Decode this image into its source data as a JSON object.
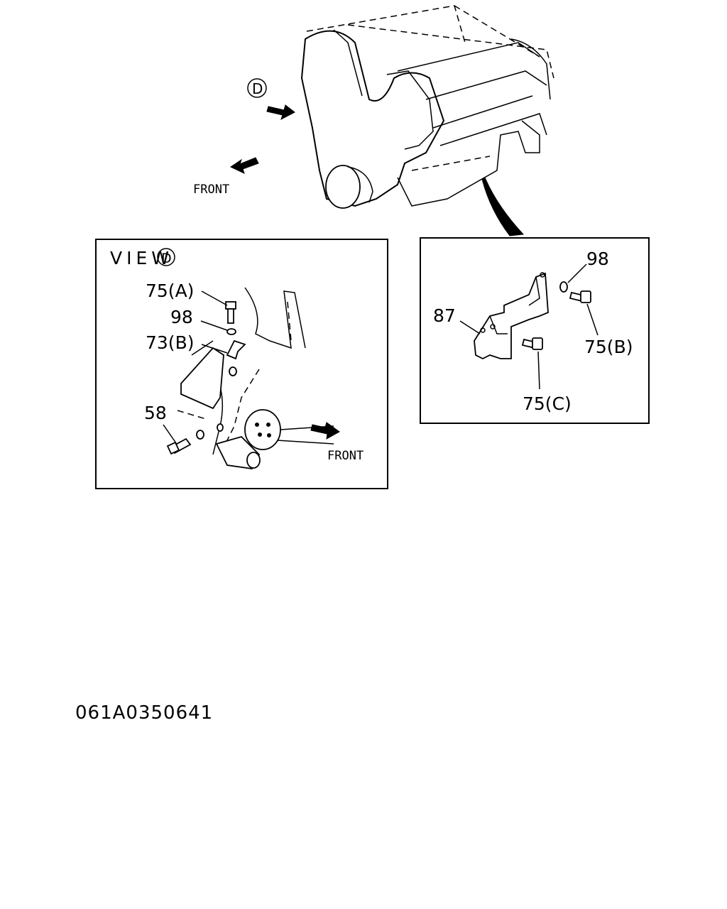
{
  "top_view": {
    "view_marker": "D",
    "front_label": "FRONT"
  },
  "view_d_panel": {
    "title": "VIEW",
    "title_marker": "D",
    "callouts": [
      "75(A)",
      "98",
      "73(B)",
      "58"
    ],
    "front_label": "FRONT"
  },
  "detail_panel": {
    "callouts": [
      "98",
      "87",
      "75(B)",
      "75(C)"
    ]
  },
  "diagram_code": "061A0350641"
}
